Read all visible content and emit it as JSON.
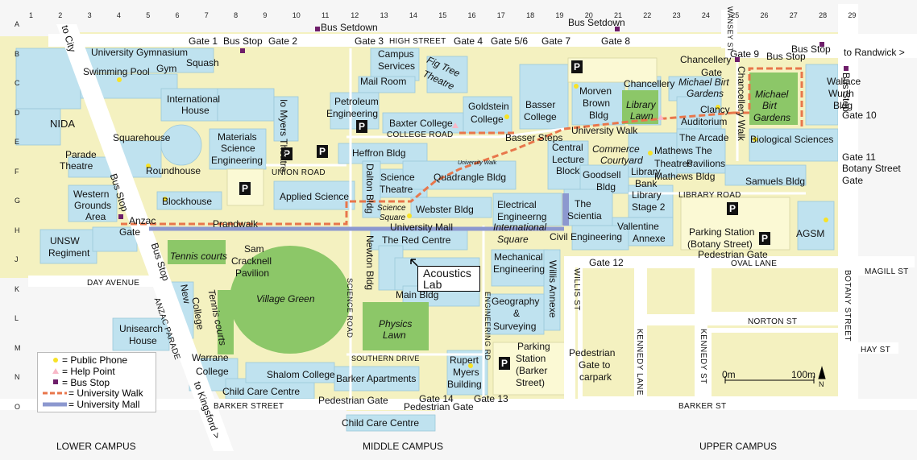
{
  "grid": {
    "columns": [
      "1",
      "2",
      "3",
      "4",
      "5",
      "6",
      "7",
      "8",
      "9",
      "10",
      "11",
      "12",
      "13",
      "14",
      "15",
      "16",
      "17",
      "18",
      "19",
      "20",
      "21",
      "22",
      "23",
      "24",
      "25",
      "26",
      "27",
      "28",
      "29"
    ],
    "rows": [
      "A",
      "B",
      "C",
      "D",
      "E",
      "F",
      "G",
      "H",
      "J",
      "K",
      "L",
      "M",
      "N",
      "O"
    ]
  },
  "areas": {
    "lower": "LOWER CAMPUS",
    "middle": "MIDDLE CAMPUS",
    "upper": "UPPER  CAMPUS"
  },
  "streets": {
    "high": "HIGH STREET",
    "barker_left": "BARKER STREET",
    "barker_right": "BARKER ST",
    "day_avenue": "DAY AVENUE",
    "anzac_parade": "ANZAC PARADE",
    "college_road": "COLLEGE ROAD",
    "union_road": "UNION ROAD",
    "library_road": "LIBRARY ROAD",
    "oval_lane": "OVAL LANE",
    "norton_st": "NORTON ST",
    "southern_drive": "SOUTHERN DRIVE",
    "science_road": "SCIENCE ROAD",
    "engineering_rd": "ENGINEERING RD",
    "willis_st": "WILLIS ST",
    "kennedy_lane": "KENNEDY LANE",
    "kennedy_st": "KENNEDY ST",
    "botany_street": "BOTANY STREET",
    "wansey_st": "WANSEY ST",
    "magill_st": "MAGILL ST",
    "hay_st": "HAY ST",
    "chancellery_walk": "Chancellery Walk",
    "university_walk_small": "University Walk"
  },
  "directions": {
    "to_city": "to City",
    "to_randwick": "to Randwick >",
    "to_kingsford": "to Kingsford >"
  },
  "gates": {
    "g1": "Gate 1",
    "g2": "Gate 2",
    "g3": "Gate 3",
    "g4": "Gate 4",
    "g56": "Gate 5/6",
    "g7": "Gate 7",
    "g8": "Gate 8",
    "g9": "Gate 9",
    "g10": "Gate 10",
    "g11": "Gate 11",
    "g11b": "Botany Street",
    "g11c": "Gate",
    "g12": "Gate 12",
    "g13": "Gate 13",
    "g14": "Gate 14",
    "chancellery_gate": "Gate",
    "anzac_gate_1": "Anzac",
    "anzac_gate_2": "Gate"
  },
  "stops": {
    "bus_setdown_left": "Bus Setdown",
    "bus_setdown_right": "Bus Setdown",
    "bus_stop_top": "Bus Stop",
    "bus_stop_gate9": "Bus Stop",
    "bus_stop_randwick": "Bus Stop",
    "bus_stop_right_vertical": "Bus Stop",
    "bus_stop_anzac": "Bus Stop",
    "bus_stop_lower": "Bus Stop"
  },
  "buildings": {
    "university_gymnasium": "University Gymnasium",
    "squash": "Squash",
    "swimming_pool": "Swimming Pool",
    "gym": "Gym",
    "nida": "NIDA",
    "international_house_1": "International",
    "international_house_2": "House",
    "squarehouse": "Squarehouse",
    "parade_theatre_1": "Parade",
    "parade_theatre_2": "Theatre",
    "roundhouse": "Roundhouse",
    "materials_1": "Materials",
    "materials_2": "Science",
    "materials_3": "Engineering",
    "io_myers": "Io Myers Theatre",
    "western_grounds_1": "Western",
    "western_grounds_2": "Grounds",
    "western_grounds_3": "Area",
    "blockhouse": "Blockhouse",
    "applied_science": "Applied Science",
    "unsw_regiment_1": "UNSW",
    "unsw_regiment_2": "Regiment",
    "campus_services_1": "Campus",
    "campus_services_2": "Services",
    "mail_room": "Mail Room",
    "fig_tree_1": "Fig Tree",
    "fig_tree_2": "Theatre",
    "petroleum_1": "Petroleum",
    "petroleum_2": "Engineering",
    "baxter_college": "Baxter College",
    "heffron": "Heffron Bldg",
    "goldstein_1": "Goldstein",
    "goldstein_2": "College",
    "basser_college_1": "Basser",
    "basser_college_2": "College",
    "basser_steps": "Basser Steps",
    "science_theatre_1": "Science",
    "science_theatre_2": "Theatre",
    "quadrangle": "Quadrangle Bldg",
    "dalton": "Dalton Bldg",
    "webster": "Webster Bldg",
    "science_square_1": "Science",
    "science_square_2": "Square",
    "central_lecture_1": "Central",
    "central_lecture_2": "Lecture",
    "central_lecture_3": "Block",
    "goodsell_1": "Goodsell",
    "goodsell_2": "Bldg",
    "electrical_1": "Electrical",
    "electrical_2": "Engineerng",
    "the_scientia_1": "The",
    "the_scientia_2": "Scientia",
    "morven_brown_1": "Morven",
    "morven_brown_2": "Brown",
    "morven_brown_3": "Bldg",
    "library_lawn_1": "Library",
    "library_lawn_2": "Lawn",
    "chancellery": "Chancellery",
    "chancellery_top": "Chancellery",
    "michael_birt_1": "Michael Birt",
    "michael_birt_2": "Gardens",
    "michael_birt_box_1": "Michael",
    "michael_birt_box_2": "Birt",
    "michael_birt_box_3": "Gardens",
    "clancy": "Clancy",
    "auditorium": "Auditorium",
    "wallace_wurth_1": "Wallace",
    "wallace_wurth_2": "Wurth",
    "wallace_wurth_3": "Bldg",
    "university_walk": "University Walk",
    "commerce_1": "Commerce",
    "commerce_2": "Courtyard",
    "mathews_theatres_1": "Mathews",
    "mathews_theatres_2": "Theatres",
    "the_arcade": "The Arcade",
    "the_pavilions_1": "The",
    "the_pavilions_2": "Pavilions",
    "mathews_bldg": "Mathews Bldg",
    "biological_sciences": "Biological Sciences",
    "samuels": "Samuels Bldg",
    "library_1": "Library",
    "library_2": "Bank",
    "library_stage2_1": "Library",
    "library_stage2_2": "Stage 2",
    "vallentine_1": "Vallentine",
    "vallentine_2": "Annexe",
    "civil_eng": "Civil Engineering",
    "parking_botany_1": "Parking Station",
    "parking_botany_2": "(Botany Street)",
    "agsm": "AGSM",
    "pedestrian_gate_upper": "Pedestrian Gate",
    "university_mall": "University Mall",
    "international_square_1": "International",
    "international_square_2": "Square",
    "red_centre": "The Red Centre",
    "newton": "Newton Bldg",
    "mechanical_1": "Mechanical",
    "mechanical_2": "Engineering",
    "willis_annexe": "Willis Annexe",
    "acoustics_1": "Acoustics",
    "acoustics_2": "Lab",
    "main_bldg": "Main Bldg",
    "geography_1": "Geography",
    "geography_2": "&",
    "geography_3": "Surveying",
    "tennis_courts_green": "Tennis courts",
    "tennis_courts_lower": "Tennis courts",
    "sam_cracknell_1": "Sam",
    "sam_cracknell_2": "Cracknell",
    "sam_cracknell_3": "Pavilion",
    "village_green": "Village Green",
    "physics_lawn_1": "Physics",
    "physics_lawn_2": "Lawn",
    "new_college_1": "New",
    "new_college_2": "College",
    "unisearch_1": "Unisearch",
    "unisearch_2": "House",
    "warrane_1": "Warrane",
    "warrane_2": "College",
    "shalom": "Shalom College",
    "child_care_1": "Child Care Centre",
    "child_care_2": "Child Care Centre",
    "barker_apartments": "Barker Apartments",
    "rupert_myers_1": "Rupert",
    "rupert_myers_2": "Myers",
    "rupert_myers_3": "Building",
    "parking_barker_1": "Parking",
    "parking_barker_2": "Station",
    "parking_barker_3": "(Barker",
    "parking_barker_4": "Street)",
    "pedestrian_gate_mid": "Pedestrian Gate",
    "pedestrian_gate_mid2": "Pedestrian Gate",
    "ped_gate_carpark_1": "Pedestrian",
    "ped_gate_carpark_2": "Gate to",
    "ped_gate_carpark_3": "carpark",
    "prandwalk": "Prandwalk"
  },
  "parking_label": "P",
  "scale": {
    "start": "0m",
    "end": "100m",
    "north": "N"
  },
  "legend": {
    "phone": "= Public Phone",
    "help": "= Help Point",
    "bus": "= Bus Stop",
    "walk": "= University Walk",
    "mall": "= University Mall"
  },
  "colors": {
    "building": "#bfe2ef",
    "road": "#ffffff",
    "campus_ground": "#f4f1c0",
    "green": "#8cc768",
    "walk": "#e8764b",
    "mall": "#8c98cf",
    "phone": "#f7e227",
    "help": "#f0f0f0",
    "bus": "#6e1e6a",
    "parking_lot": "#fbf9d4",
    "outside": "#f2f2f2"
  }
}
